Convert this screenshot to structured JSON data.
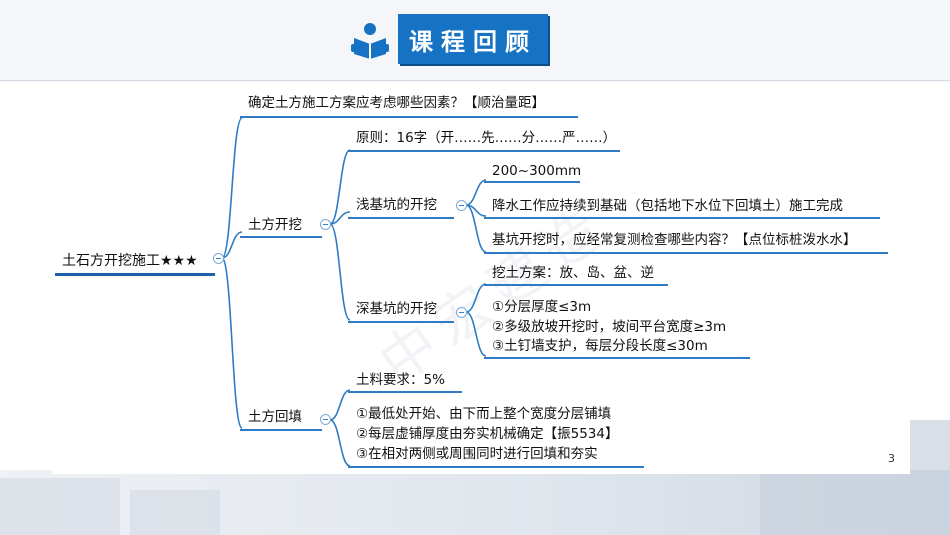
{
  "header": {
    "title": "课程回顾",
    "icon": "reading-person-icon"
  },
  "page_number": "3",
  "watermark": "中宏建造",
  "mindmap": {
    "root": "土石方开挖施工★★★",
    "top_question": "确定土方施工方案应考虑哪些因素？【顺治量距】",
    "excavation": {
      "label": "土方开挖",
      "principle": "原则：16字（开……先……分……严……）",
      "shallow": {
        "label": "浅基坑的开挖",
        "items": [
          "200~300mm",
          "降水工作应持续到基础（包括地下水位下回填土）施工完成",
          "基坑开挖时，应经常复测检查哪些内容？【点位标桩泼水水】"
        ]
      },
      "deep": {
        "label": "深基坑的开挖",
        "scheme": "挖土方案：放、岛、盆、逆",
        "items": [
          "①分层厚度≤3m",
          "②多级放坡开挖时，坡间平台宽度≥3m",
          "③土钉墙支护，每层分段长度≤30m"
        ]
      }
    },
    "backfill": {
      "label": "土方回填",
      "material": "土料要求：5%",
      "items": [
        "①最低处开始、由下而上整个宽度分层铺填",
        "②每层虚铺厚度由夯实机械确定【振5534】",
        "③在相对两侧或周围同时进行回填和夯实"
      ]
    }
  },
  "colors": {
    "accent": "#1673c4",
    "line": "#2e7bc4"
  }
}
